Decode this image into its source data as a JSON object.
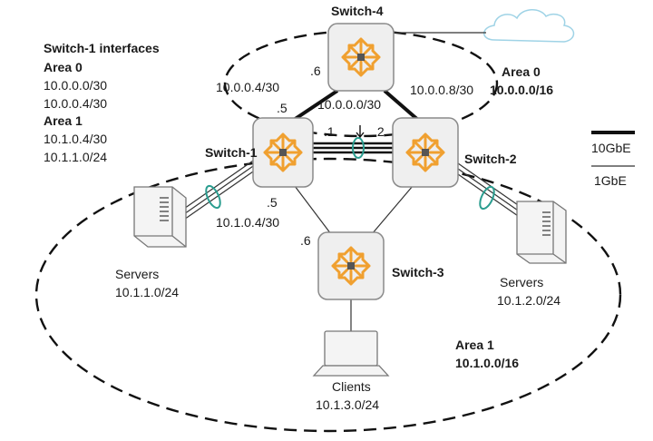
{
  "legend": {
    "title": "Switch-1 interfaces",
    "groups": [
      {
        "area": "Area 0",
        "subnets": [
          "10.0.0.0/30",
          "10.0.0.4/30"
        ]
      },
      {
        "area": "Area 1",
        "subnets": [
          "10.1.0.4/30",
          "10.1.1.0/24"
        ]
      }
    ]
  },
  "link_legend": {
    "thick": "10GbE",
    "thin": "1GbE"
  },
  "areas": [
    {
      "name": "Area 0",
      "network": "10.0.0.0/16"
    },
    {
      "name": "Area 1",
      "network": "10.1.0.0/16"
    }
  ],
  "switches": [
    {
      "id": "switch-1",
      "label": "Switch-1"
    },
    {
      "id": "switch-2",
      "label": "Switch-2"
    },
    {
      "id": "switch-3",
      "label": "Switch-3"
    },
    {
      "id": "switch-4",
      "label": "Switch-4"
    }
  ],
  "links": {
    "s4_s1": {
      "subnet": "10.0.0.4/30",
      "end_s4": ".6",
      "end_s1": ".5"
    },
    "s4_s2": {
      "subnet": "10.0.0.8/30"
    },
    "s1_s2": {
      "subnet": "10.0.0.0/30",
      "end_s1": ".1",
      "end_s2": ".2"
    },
    "s1_s3": {
      "subnet": "10.1.0.4/30",
      "end_s1": ".5",
      "end_s3": ".6"
    }
  },
  "hosts": {
    "servers_left": {
      "label": "Servers",
      "subnet": "10.1.1.0/24"
    },
    "servers_right": {
      "label": "Servers",
      "subnet": "10.1.2.0/24"
    },
    "clients": {
      "label": "Clients",
      "subnet": "10.1.3.0/24"
    }
  },
  "colors": {
    "switch_fill": "#efefef",
    "switch_border": "#8a8a8a",
    "arrow_orange": "#f0a030",
    "arrow_stroke": "#d98a10",
    "lag_teal": "#2a9d8f",
    "cloud_stroke": "#9fd3e6"
  }
}
